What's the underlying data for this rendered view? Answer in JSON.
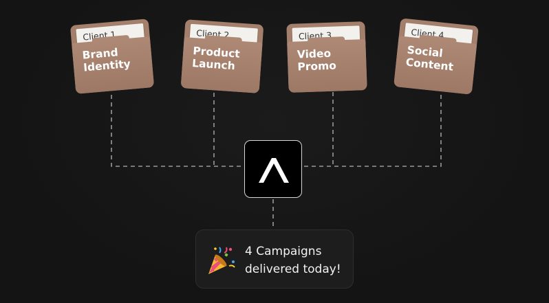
{
  "folders": [
    {
      "tag": "Client 1",
      "title_line1": "Brand",
      "title_line2": "Identity"
    },
    {
      "tag": "Client 2",
      "title_line1": "Product",
      "title_line2": "Launch"
    },
    {
      "tag": "Client 3",
      "title_line1": "Video",
      "title_line2": "Promo"
    },
    {
      "tag": "Client 4",
      "title_line1": "Social",
      "title_line2": "Content"
    }
  ],
  "hub": {
    "icon": "caret-up-logo-icon"
  },
  "notification": {
    "icon": "party-popper-icon",
    "line1": "4 Campaigns",
    "line2": "delivered today!"
  },
  "colors": {
    "background": "#151515",
    "folder": "#a4806c",
    "connector": "#9a9a9a",
    "toast": "#1d1d1d"
  }
}
